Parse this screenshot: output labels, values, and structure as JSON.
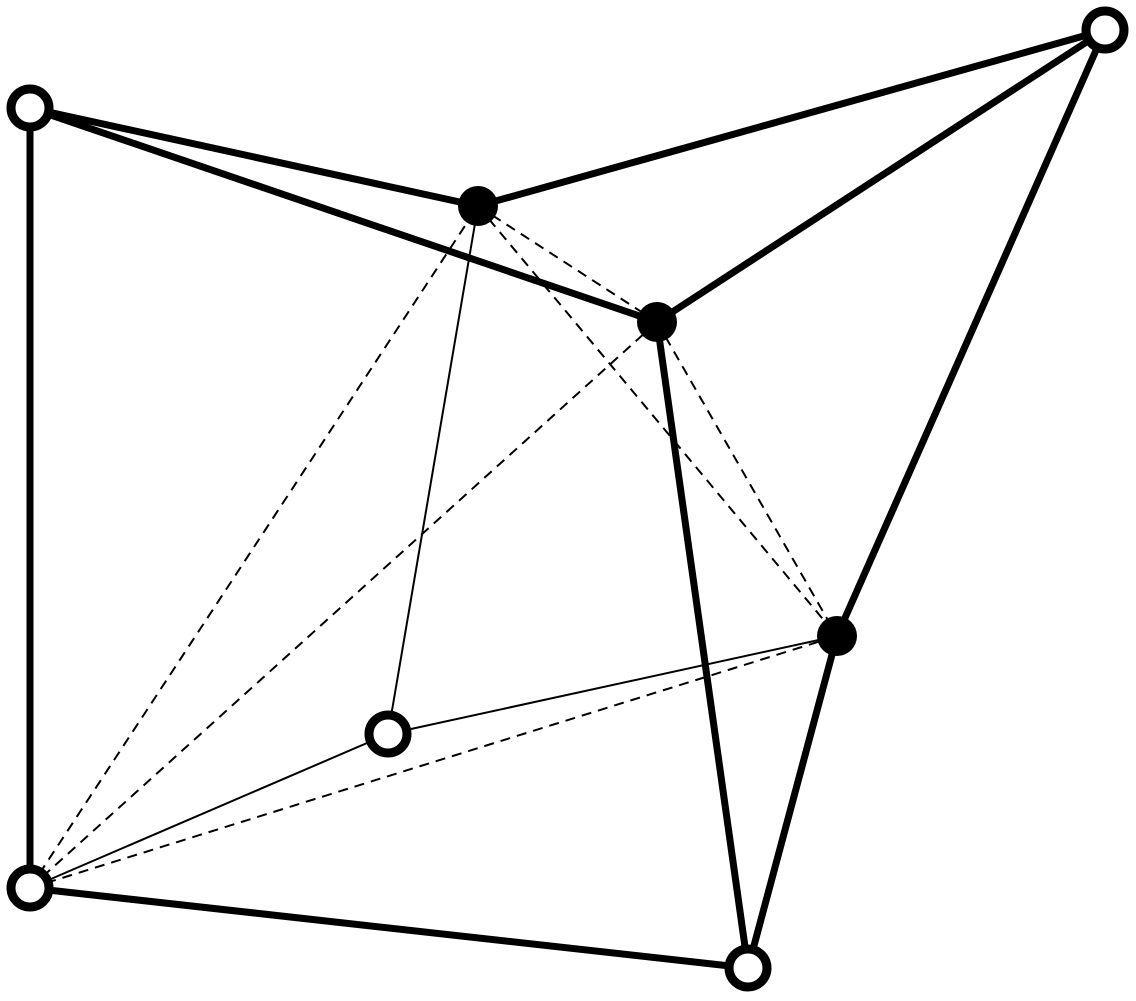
{
  "diagram": {
    "type": "graph",
    "colors": {
      "stroke": "#000000",
      "background": "#ffffff"
    },
    "nodes": [
      {
        "id": "A",
        "style": "open"
      },
      {
        "id": "B",
        "style": "open"
      },
      {
        "id": "C",
        "style": "filled"
      },
      {
        "id": "D",
        "style": "filled"
      },
      {
        "id": "E",
        "style": "filled"
      },
      {
        "id": "F",
        "style": "open"
      },
      {
        "id": "G",
        "style": "open"
      },
      {
        "id": "H",
        "style": "open"
      }
    ],
    "edges": [
      {
        "from": "A",
        "to": "G",
        "style": "thick"
      },
      {
        "from": "A",
        "to": "C",
        "style": "thick"
      },
      {
        "from": "A",
        "to": "D",
        "style": "thick"
      },
      {
        "from": "C",
        "to": "B",
        "style": "thick"
      },
      {
        "from": "D",
        "to": "B",
        "style": "thick"
      },
      {
        "from": "B",
        "to": "E",
        "style": "thick"
      },
      {
        "from": "E",
        "to": "H",
        "style": "thick"
      },
      {
        "from": "D",
        "to": "H",
        "style": "thick"
      },
      {
        "from": "G",
        "to": "H",
        "style": "thick"
      },
      {
        "from": "C",
        "to": "F",
        "style": "thin"
      },
      {
        "from": "F",
        "to": "E",
        "style": "thin"
      },
      {
        "from": "F",
        "to": "G",
        "style": "thin"
      },
      {
        "from": "C",
        "to": "D",
        "style": "dashed"
      },
      {
        "from": "C",
        "to": "E",
        "style": "dashed"
      },
      {
        "from": "D",
        "to": "E",
        "style": "dashed"
      },
      {
        "from": "G",
        "to": "C",
        "style": "dashed"
      },
      {
        "from": "G",
        "to": "D",
        "style": "dashed"
      },
      {
        "from": "G",
        "to": "E",
        "style": "dashed"
      }
    ]
  }
}
